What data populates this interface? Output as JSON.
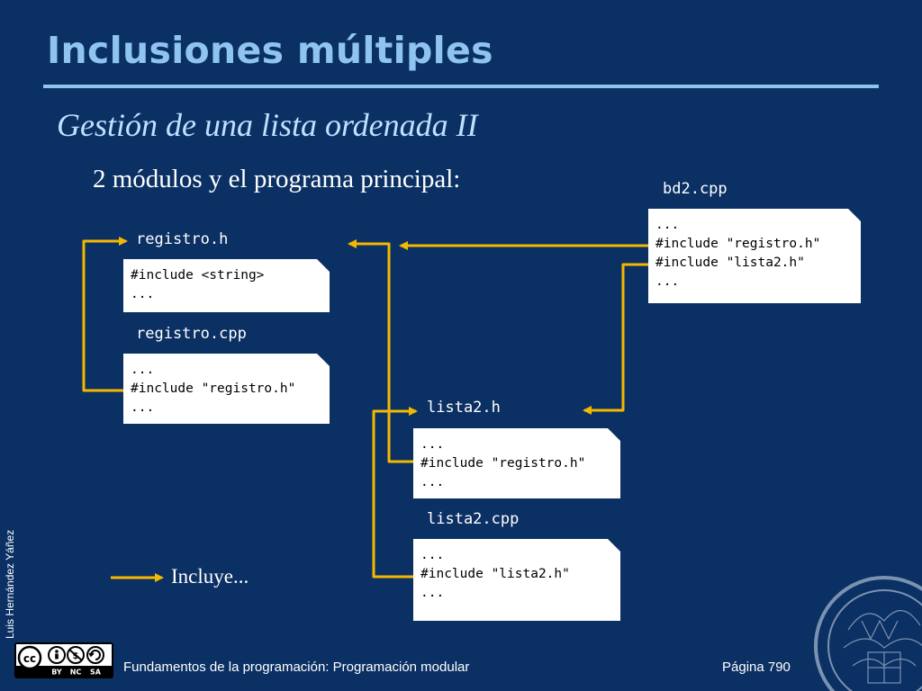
{
  "slide": {
    "title": "Inclusiones múltiples",
    "subtitle": "Gestión de una lista ordenada II",
    "bullet": "2 módulos y el programa principal:"
  },
  "files": {
    "registro_h": {
      "name": "registro.h",
      "lines": [
        "#include <string>",
        "..."
      ]
    },
    "registro_cpp": {
      "name": "registro.cpp",
      "lines": [
        "...",
        "#include \"registro.h\"",
        "..."
      ]
    },
    "lista2_h": {
      "name": "lista2.h",
      "lines": [
        "...",
        "#include \"registro.h\"",
        "..."
      ]
    },
    "lista2_cpp": {
      "name": "lista2.cpp",
      "lines": [
        "...",
        "#include \"lista2.h\"",
        "..."
      ]
    },
    "bd2_cpp": {
      "name": "bd2.cpp",
      "lines": [
        "...",
        "#include \"registro.h\"",
        "#include \"lista2.h\"",
        "..."
      ]
    }
  },
  "legend": {
    "label": "Incluye..."
  },
  "footer": {
    "author": "Luis Hernández Yáñez",
    "course": "Fundamentos de la programación: Programación modular",
    "page": "Página 790",
    "license_labels": [
      "BY",
      "NC",
      "SA"
    ]
  },
  "colors": {
    "background": "#0b3064",
    "title": "#8fc3f0",
    "arrow": "#f5b800"
  }
}
